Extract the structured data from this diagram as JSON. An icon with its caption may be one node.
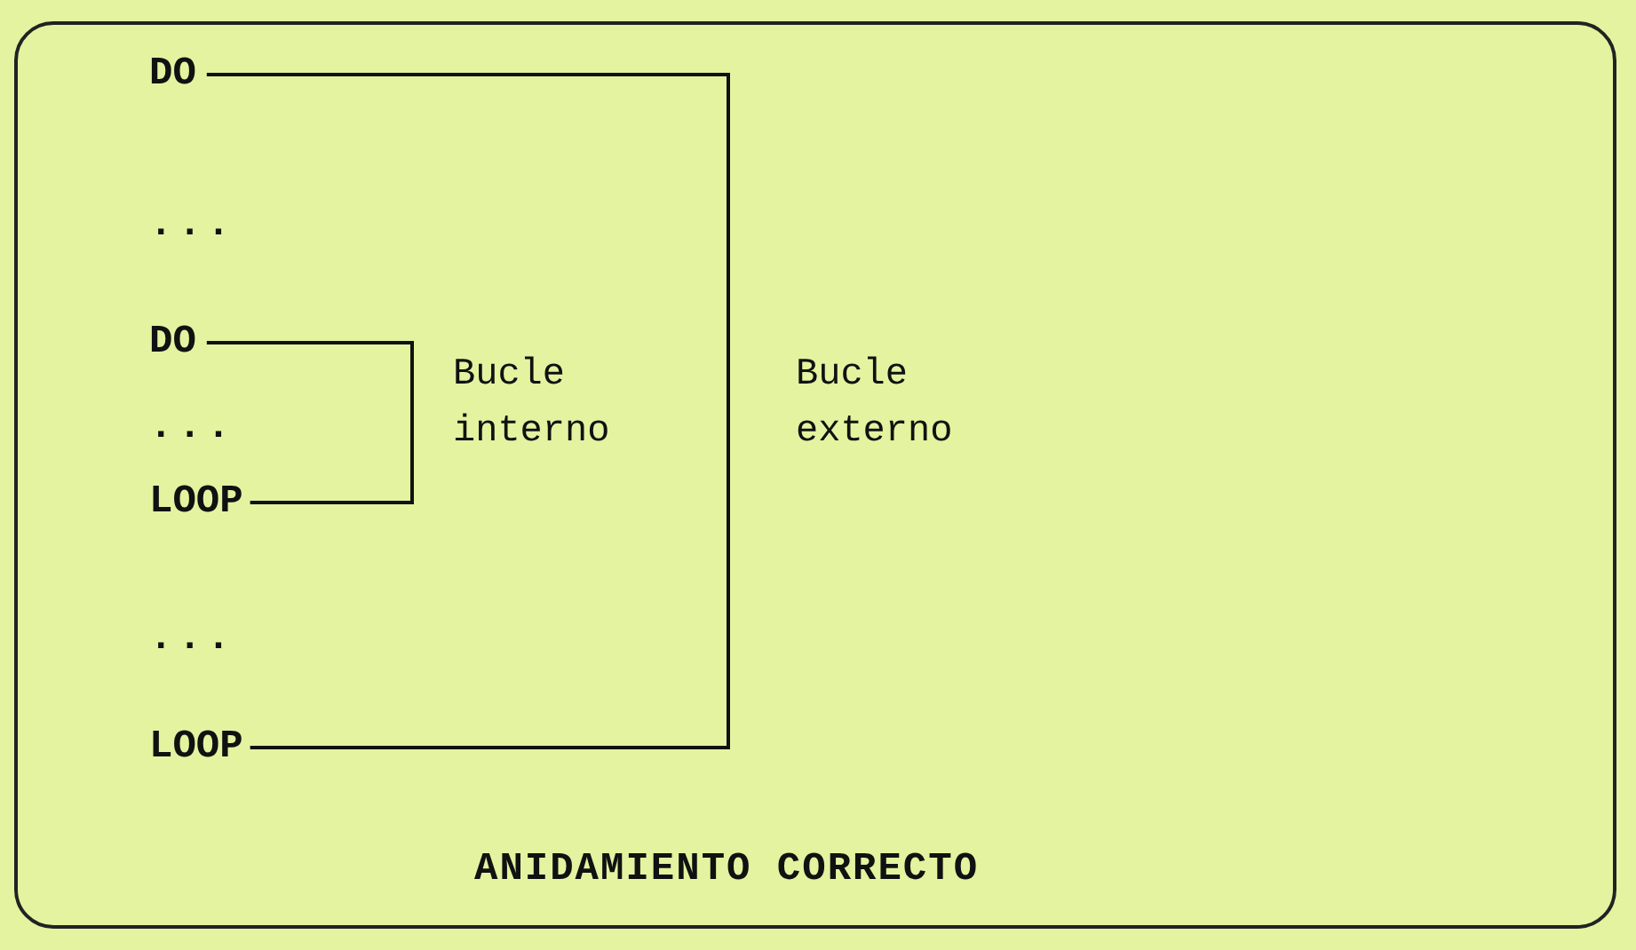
{
  "diagram": {
    "caption": "ANIDAMIENTO CORRECTO",
    "nodes": [
      {
        "text": [
          "DO"
        ]
      },
      {
        "text": [
          "DO"
        ]
      },
      {
        "text": [
          "LOOP"
        ]
      },
      {
        "text": [
          "LOOP"
        ]
      }
    ],
    "edges": [
      {
        "from": 0,
        "to": 3,
        "arrow": "none",
        "label": "Bucle externo"
      },
      {
        "from": 1,
        "to": 2,
        "arrow": "none",
        "label": "Bucle interno"
      }
    ],
    "labels": [
      "...",
      "...",
      "..."
    ]
  }
}
